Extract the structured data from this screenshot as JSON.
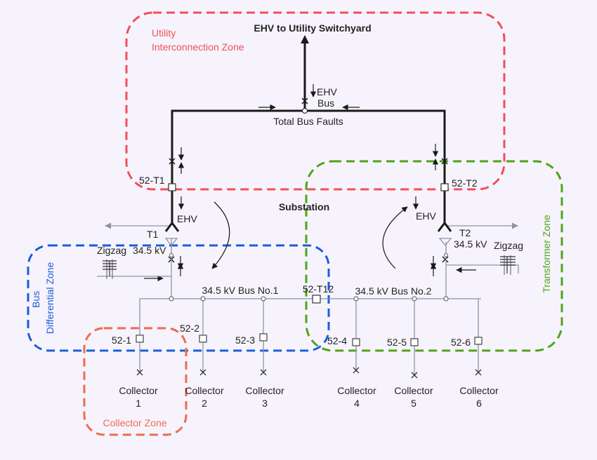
{
  "title": "EHV to Utility Switchyard",
  "labels": {
    "ehv_bus_line1": "EHV",
    "ehv_bus_line2": "Bus",
    "total_bus_faults": "Total Bus Faults",
    "substation": "Substation",
    "breaker_t1": "52-T1",
    "breaker_t2": "52-T2",
    "transformer_t1": "T1",
    "transformer_t2": "T2",
    "ehv_left": "EHV",
    "ehv_right": "EHV",
    "kv_left": "34.5 kV",
    "kv_right": "34.5 kV",
    "zigzag_left": "Zigzag",
    "zigzag_right": "Zigzag",
    "bus1": "34.5 kV Bus No.1",
    "bus2": "34.5 kV Bus No.2",
    "tie_breaker": "52-T12"
  },
  "zones": {
    "utility_line1": "Utility",
    "utility_line2": "Interconnection Zone",
    "bus_line1": "Bus",
    "bus_line2": "Differential Zone",
    "transformer": "Transformer Zone",
    "collector": "Collector Zone"
  },
  "feeders": [
    {
      "breaker": "52-1",
      "name": "Collector",
      "number": "1"
    },
    {
      "breaker": "52-2",
      "name": "Collector",
      "number": "2"
    },
    {
      "breaker": "52-3",
      "name": "Collector",
      "number": "3"
    },
    {
      "breaker": "52-4",
      "name": "Collector",
      "number": "4"
    },
    {
      "breaker": "52-5",
      "name": "Collector",
      "number": "5"
    },
    {
      "breaker": "52-6",
      "name": "Collector",
      "number": "6"
    }
  ],
  "colors": {
    "background": "#f7f3fc",
    "utility_zone": "#f0505a",
    "bus_zone": "#1a5ed8",
    "transformer_zone": "#4fa516",
    "collector_zone": "#f06a50",
    "line": "#1a1a1a",
    "ct_line": "#8a95a8"
  }
}
